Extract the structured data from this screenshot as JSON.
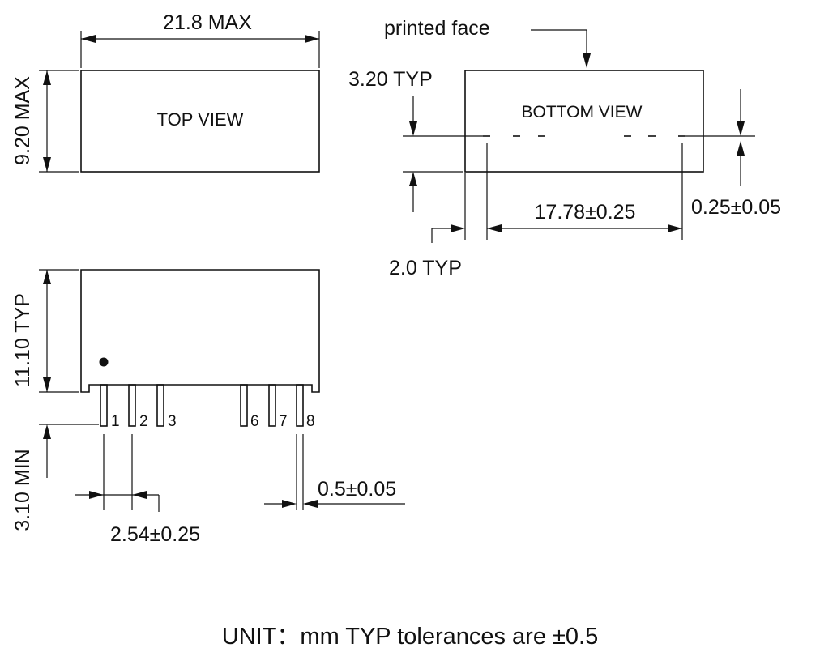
{
  "top_view": {
    "label": "TOP VIEW",
    "width_dim": "21.8 MAX",
    "height_dim": "9.20 MAX"
  },
  "bottom_view": {
    "label": "BOTTOM VIEW",
    "printed_face": "printed face",
    "height_dim": "3.20 TYP",
    "pitch_dim": "17.78±0.25",
    "offset_dim": "0.25±0.05",
    "edge_dim": "2.0 TYP"
  },
  "side_view": {
    "height_dim": "11.10 TYP",
    "pin_length_dim": "3.10 MIN",
    "pin_spacing_dim": "2.54±0.25",
    "pin_width_dim": "0.5±0.05",
    "pins": [
      "1",
      "2",
      "3",
      "6",
      "7",
      "8"
    ]
  },
  "footer": "UNIT：mm TYP tolerances are ±0.5"
}
